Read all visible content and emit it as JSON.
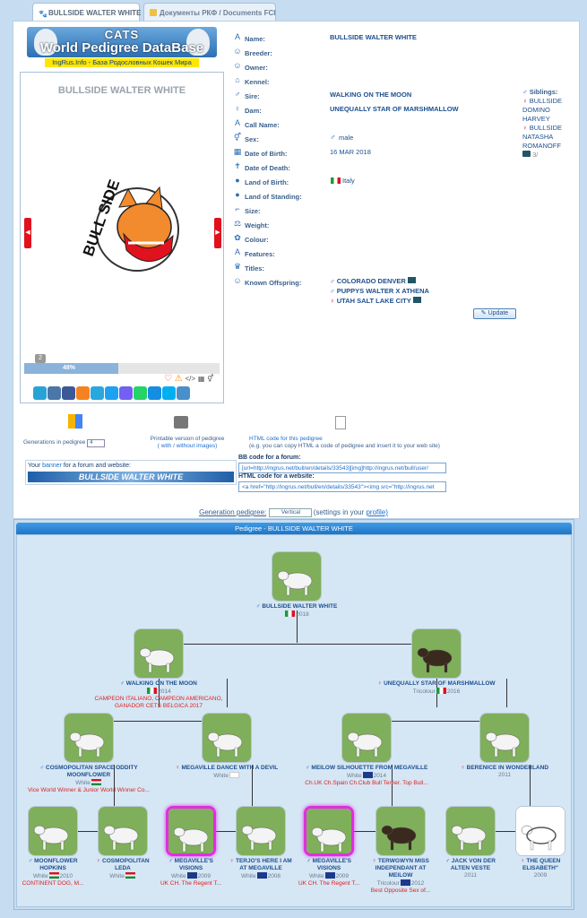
{
  "tabs": [
    {
      "label": "BULLSIDE WALTER WHITE",
      "active": true
    },
    {
      "label": "Документы РКФ / Documents FCI",
      "active": false
    }
  ],
  "logo": {
    "line1": "CATS",
    "line2": "World Pedigree DataBase",
    "sub": "IngRus.Info - База Родословных Кошек Мира"
  },
  "photo": {
    "name": "BULLSIDE WALTER WHITE",
    "brand": "BULL SIDE",
    "count": "2",
    "progress_label": "48%",
    "progress": 0.48
  },
  "fields": [
    {
      "icon": "A",
      "label": "Name:",
      "value": "BULLSIDE WALTER WHITE"
    },
    {
      "icon": "☺",
      "label": "Breeder:",
      "value": ""
    },
    {
      "icon": "☺",
      "label": "Owner:",
      "value": ""
    },
    {
      "icon": "⌂",
      "label": "Kennel:",
      "value": ""
    },
    {
      "icon": "♂",
      "label": "Sire:",
      "value": "WALKING ON THE MOON"
    },
    {
      "icon": "♀",
      "label": "Dam:",
      "value": "UNEQUALLY STAR OF MARSHMALLOW"
    },
    {
      "icon": "A",
      "label": "Call Name:",
      "value": ""
    },
    {
      "icon": "⚥",
      "label": "Sex:",
      "value": "male"
    },
    {
      "icon": "▦",
      "label": "Date of Birth:",
      "value": "16 MAR 2018"
    },
    {
      "icon": "✝",
      "label": "Date of Death:",
      "value": ""
    },
    {
      "icon": "●",
      "label": "Land of Birth:",
      "value": "Italy"
    },
    {
      "icon": "●",
      "label": "Land of Standing:",
      "value": ""
    },
    {
      "icon": "⌐",
      "label": "Size:",
      "value": ""
    },
    {
      "icon": "⚖",
      "label": "Weight:",
      "value": ""
    },
    {
      "icon": "✿",
      "label": "Colour:",
      "value": ""
    },
    {
      "icon": "A",
      "label": "Features:",
      "value": ""
    },
    {
      "icon": "♛",
      "label": "Titles:",
      "value": ""
    },
    {
      "icon": "☺",
      "label": "Known Offspring:",
      "value": ""
    }
  ],
  "siblings": {
    "header": "Siblings:",
    "items": [
      "BULLSIDE DOMINO HARVEY",
      "BULLSIDE NATASHA ROMANOFF"
    ],
    "more": "3/"
  },
  "offspring": [
    {
      "sex": "male",
      "name": "COLORADO DENVER"
    },
    {
      "sex": "male",
      "name": "PUPPYS WALTER X ATHENA"
    },
    {
      "sex": "female",
      "name": "UTAH SALT LAKE CITY"
    }
  ],
  "update_label": "Update",
  "tools": {
    "gen_label": "Generations in pedigree",
    "gen_value": "4",
    "print_label": "Printable version of pedigree",
    "print_sub": "( with / without images)",
    "html_label": "HTML code for this pedigree",
    "html_sub": "(e.g. you can copy HTML a code of pedigree and insert it to your web site)",
    "banner_label_a": "Your",
    "banner_label_b": "banner",
    "banner_label_c": "for a forum and website:",
    "banner_text": "BULLSIDE WALTER WHITE",
    "bb_label": "BB code for a forum:",
    "bb_value": "[url=http://ingrus.net/bull/en/details/33543][img]http://ingrus.net/bull/user/",
    "web_label": "HTML code for a website:",
    "web_value": "<a href=\"http://ingrus.net/bull/en/details/33543\"><img src=\"http://ingrus.net"
  },
  "gen_select": {
    "label": "Generation pedigree:",
    "value": "Vertical",
    "settings_a": "(settings",
    "settings_b": "in your",
    "settings_c": "profile)"
  },
  "pedigree": {
    "title": "Pedigree - BULLSIDE WALTER WHITE",
    "dogs": [
      {
        "id": "root",
        "sex": "male",
        "name": "BULLSIDE WALTER WHITE",
        "flag": "it",
        "color": "",
        "year": "2018",
        "title": ""
      },
      {
        "id": "s",
        "sex": "male",
        "name": "WALKING ON THE MOON",
        "flag": "it",
        "color": "",
        "year": "2014",
        "title": "CAMPEON ITALIANO, CAMPEON AMERICANO, GANADOR CETS BELGICA 2017"
      },
      {
        "id": "d",
        "sex": "female",
        "name": "UNEQUALLY STAR OF MARSHMALLOW",
        "flag": "it",
        "color": "Tricolour",
        "year": "2016",
        "title": ""
      },
      {
        "id": "ss",
        "sex": "male",
        "name": "COSMOPOLITAN SPACE ODDITY MOONFLOWER",
        "flag": "hu",
        "color": "White",
        "year": "",
        "title": "Vice World Winner & Junior World Winner Co..."
      },
      {
        "id": "sd",
        "sex": "female",
        "name": "MEGAVILLE DANCE WITH A DEVIL",
        "flag": "en",
        "color": "White",
        "year": "",
        "title": ""
      },
      {
        "id": "ds",
        "sex": "male",
        "name": "MEILOW SILHOUETTE FROM MEGAVILLE",
        "flag": "uk",
        "color": "White",
        "year": "2014",
        "title": "Ch.UK Ch.Spain Ch.Club Bull Terrier. Top Bull..."
      },
      {
        "id": "dd",
        "sex": "female",
        "name": "BERENICE IN WONDERLAND",
        "flag": "",
        "color": "",
        "year": "2011",
        "title": ""
      },
      {
        "id": "sss",
        "sex": "male",
        "name": "MOONFLOWER HOPKINS",
        "flag": "hu",
        "color": "White",
        "year": "2010",
        "title": "CONTINENT DOG, M..."
      },
      {
        "id": "ssd",
        "sex": "female",
        "name": "COSMOPOLITAN LEDA",
        "flag": "hu",
        "color": "White",
        "year": "",
        "title": ""
      },
      {
        "id": "sds",
        "sex": "male",
        "name": "MEGAVILLE'S VISIONS",
        "flag": "uk",
        "color": "White",
        "year": "2009",
        "title": "UK CH. The Regent T..."
      },
      {
        "id": "sdd",
        "sex": "female",
        "name": "TERJO'S HERE I AM AT MEGAVILLE",
        "flag": "uk",
        "color": "White",
        "year": "2008",
        "title": ""
      },
      {
        "id": "dss",
        "sex": "male",
        "name": "MEGAVILLE'S VISIONS",
        "flag": "uk",
        "color": "White",
        "year": "2009",
        "title": "UK CH. The Regent T..."
      },
      {
        "id": "dsd",
        "sex": "female",
        "name": "TERWGWYN MISS INDEPENDANT AT MEILOW",
        "flag": "uk",
        "color": "Tricolour",
        "year": "2012",
        "title": "Best Opposite Sex of..."
      },
      {
        "id": "dds",
        "sex": "male",
        "name": "JACK VON DER ALTEN VESTE",
        "flag": "",
        "color": "",
        "year": "2011",
        "title": ""
      },
      {
        "id": "ddd",
        "sex": "female",
        "name": "THE QUEEN ELISABETH\"",
        "flag": "",
        "color": "",
        "year": "2009",
        "title": ""
      }
    ]
  }
}
